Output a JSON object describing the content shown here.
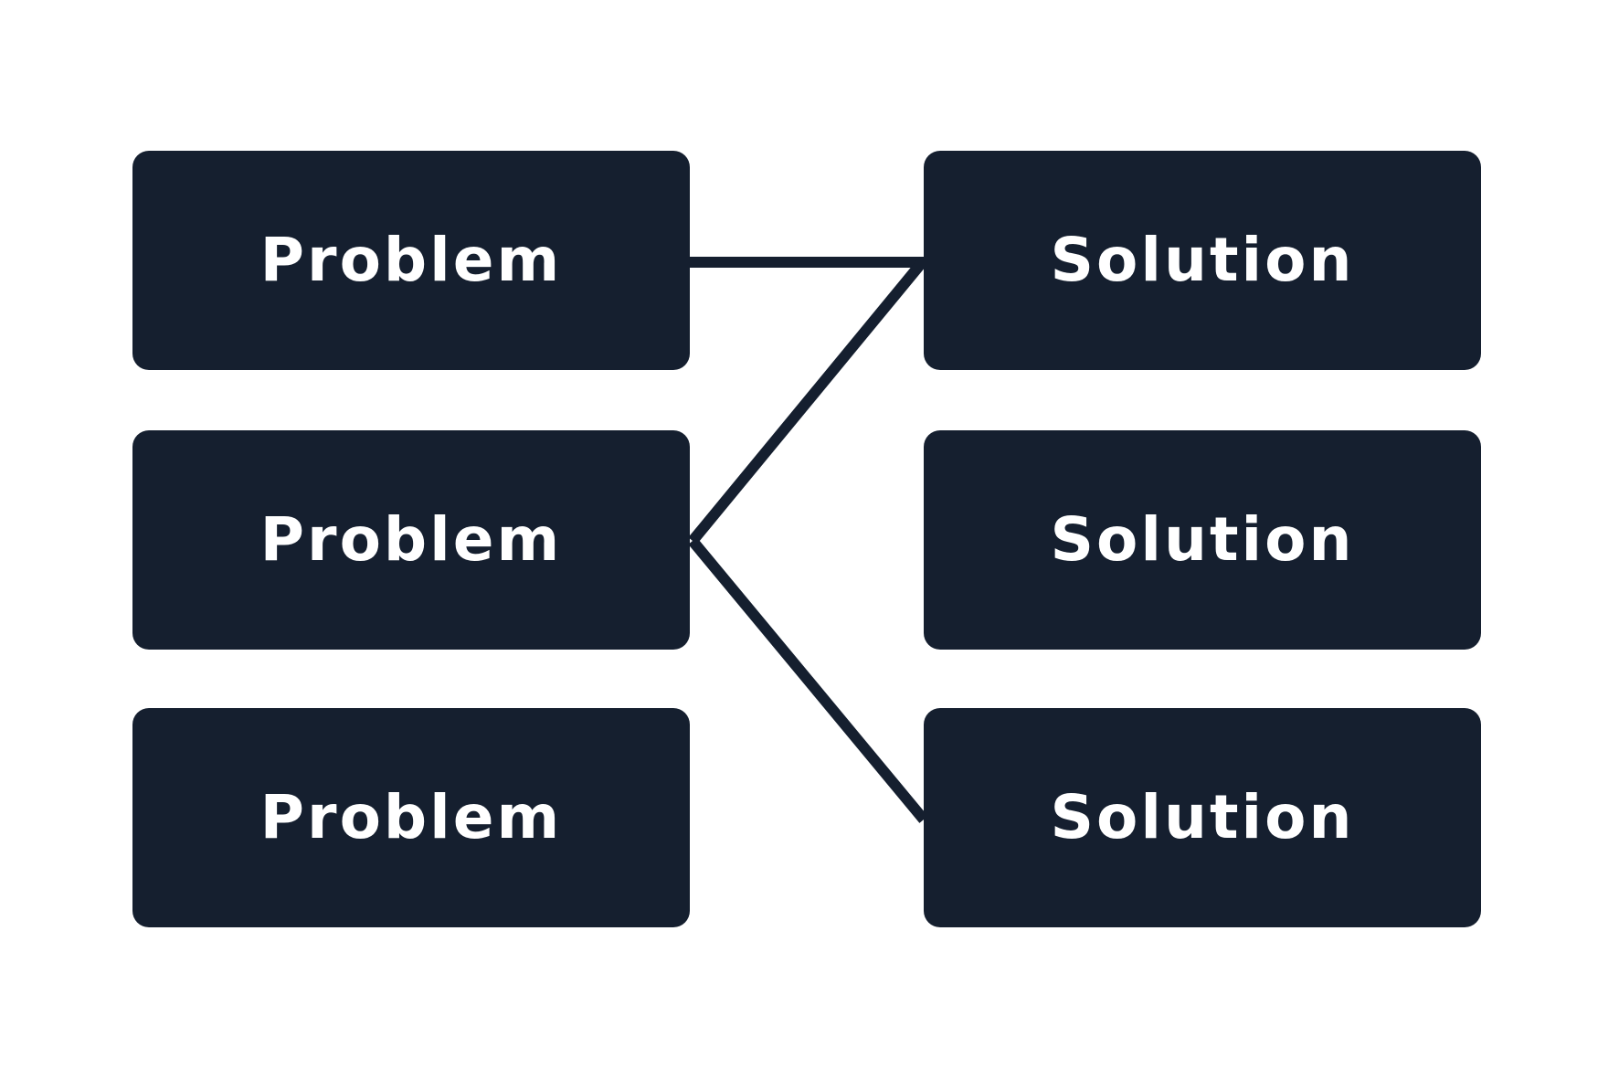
{
  "colors": {
    "box_fill": "#151f2f",
    "box_text": "#ffffff",
    "connector": "#151f2f",
    "background": "#ffffff"
  },
  "problems": [
    {
      "label": "Problem"
    },
    {
      "label": "Problem"
    },
    {
      "label": "Problem"
    }
  ],
  "solutions": [
    {
      "label": "Solution"
    },
    {
      "label": "Solution"
    },
    {
      "label": "Solution"
    }
  ],
  "connections": [
    {
      "from": "problem-1",
      "to": "solution-1"
    },
    {
      "from": "problem-2",
      "to": "solution-1"
    },
    {
      "from": "problem-2",
      "to": "solution-3"
    }
  ]
}
